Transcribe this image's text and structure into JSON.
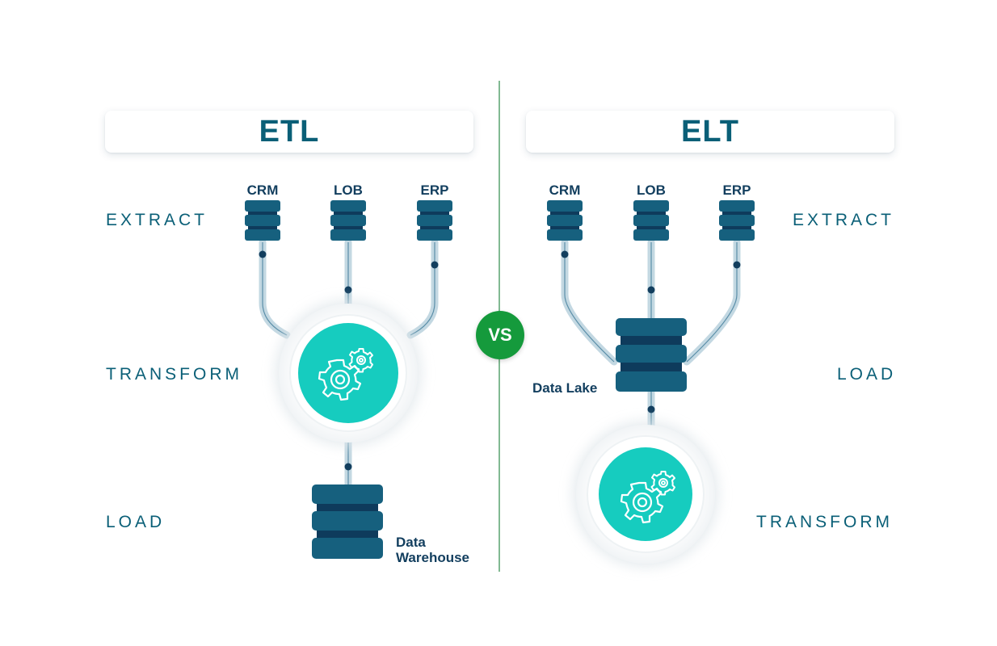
{
  "etl": {
    "title": "ETL",
    "stages": {
      "extract": "EXTRACT",
      "transform": "TRANSFORM",
      "load": "LOAD"
    },
    "sources": [
      "CRM",
      "LOB",
      "ERP"
    ],
    "store_line1": "Data",
    "store_line2": "Warehouse"
  },
  "elt": {
    "title": "ELT",
    "stages": {
      "extract": "EXTRACT",
      "load": "LOAD",
      "transform": "TRANSFORM"
    },
    "sources": [
      "CRM",
      "LOB",
      "ERP"
    ],
    "store_label": "Data Lake"
  },
  "vs_label": "VS",
  "colors": {
    "teal_text": "#0a5f77",
    "navy": "#123e5e",
    "server_light": "#16607e",
    "server_dark": "#0e3b5c",
    "gear_circle": "#16ccbf",
    "pipe": "#c3d8e2",
    "vs_green": "#159a3c",
    "divider": "#2e8b4a"
  },
  "icons": [
    "server-stack-icon",
    "gear-icon",
    "database-icon"
  ]
}
